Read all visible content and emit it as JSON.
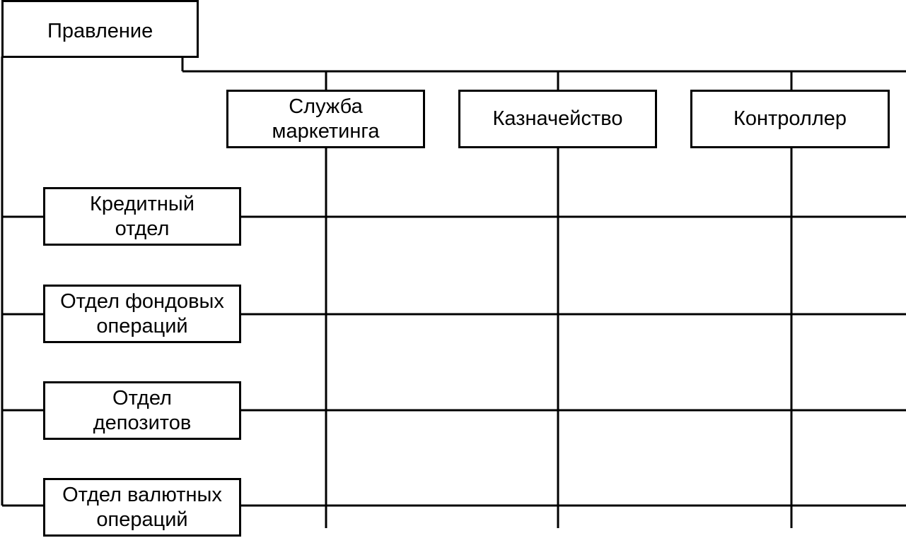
{
  "diagram": {
    "root": "Правление",
    "top_units": [
      {
        "label": "Служба\nмаркетинга"
      },
      {
        "label": "Казначейство"
      },
      {
        "label": "Контроллер"
      }
    ],
    "left_units": [
      {
        "label": "Кредитный\nотдел"
      },
      {
        "label": "Отдел фондовых\nопераций"
      },
      {
        "label": "Отдел\nдепозитов"
      },
      {
        "label": "Отдел валютных\nопераций"
      }
    ]
  }
}
